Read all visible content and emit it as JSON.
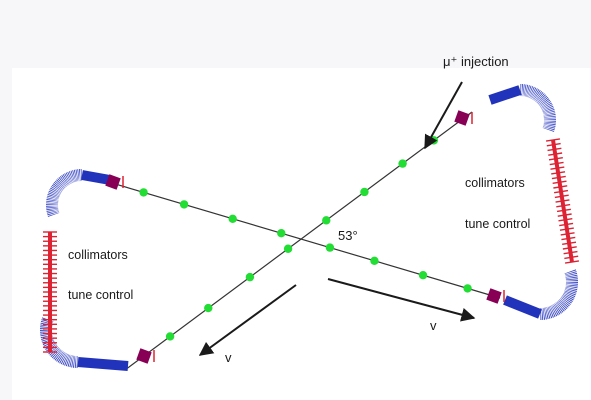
{
  "labels": {
    "injection": "μ⁺ injection",
    "angle": "53°",
    "left_collimators": "collimators",
    "left_tune_control": "tune control",
    "right_collimators": "collimators",
    "right_tune_control": "tune control",
    "velocity_left": "v",
    "velocity_right": "v"
  },
  "colors": {
    "beamline": "#333333",
    "quadrupole_dots": "#22dd33",
    "bending_magnets": "#2233bb",
    "collimator_elements": "#dd2233",
    "kicker_magnets": "#880055",
    "arrows": "#1a1a1a"
  },
  "icons": {
    "injection_arrow": "arrow-icon",
    "velocity_arrows": "arrow-icon"
  }
}
